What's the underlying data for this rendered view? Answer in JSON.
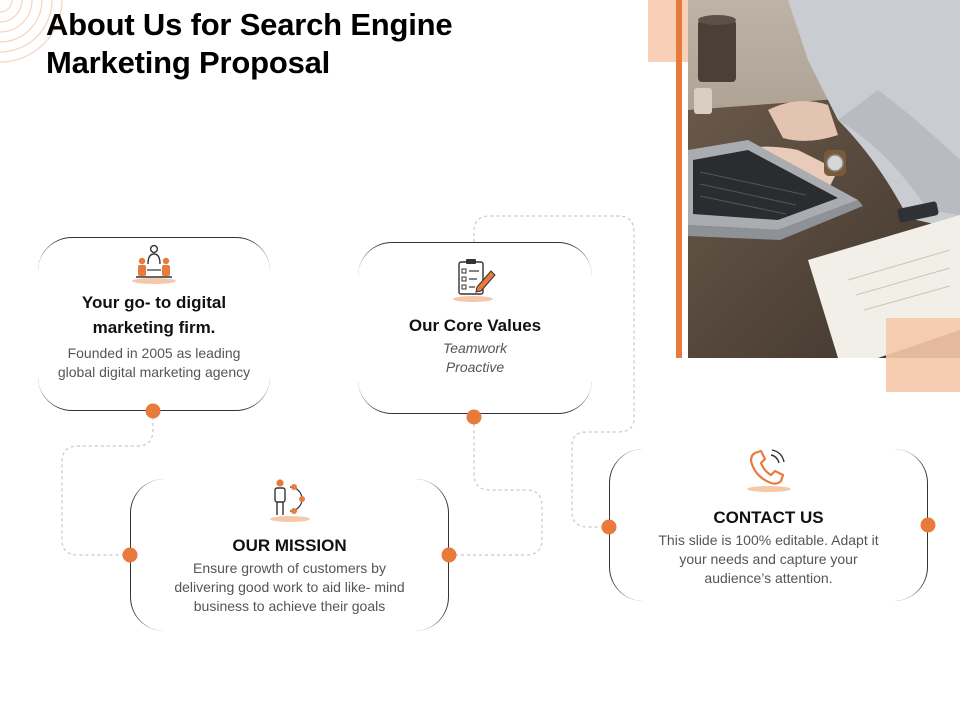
{
  "slide": {
    "title_line1": "About Us for Search Engine",
    "title_line2": "Marketing Proposal"
  },
  "cards": {
    "firm": {
      "heading_line1": "Your go- to digital",
      "heading_line2": "marketing firm.",
      "body_line1": "Founded in 2005 as leading",
      "body_line2": "global digital marketing agency",
      "icon": "team-meeting-icon"
    },
    "values": {
      "heading": "Our Core Values",
      "item1": "Teamwork",
      "item2": "Proactive",
      "icon": "checklist-icon"
    },
    "mission": {
      "heading": "OUR MISSION",
      "body_line1": "Ensure growth of customers by",
      "body_line2": "delivering good work to aid like- mind",
      "body_line3": "business to achieve their goals",
      "icon": "growth-person-icon"
    },
    "contact": {
      "heading": "CONTACT US",
      "body_line1": "This slide is 100% editable. Adapt it",
      "body_line2": "your needs and capture your",
      "body_line3": "audience’s attention.",
      "icon": "phone-icon"
    }
  },
  "colors": {
    "accent": "#e87b3c",
    "accent_light": "#f6c8aa",
    "text": "#111111",
    "muted": "#555555"
  }
}
